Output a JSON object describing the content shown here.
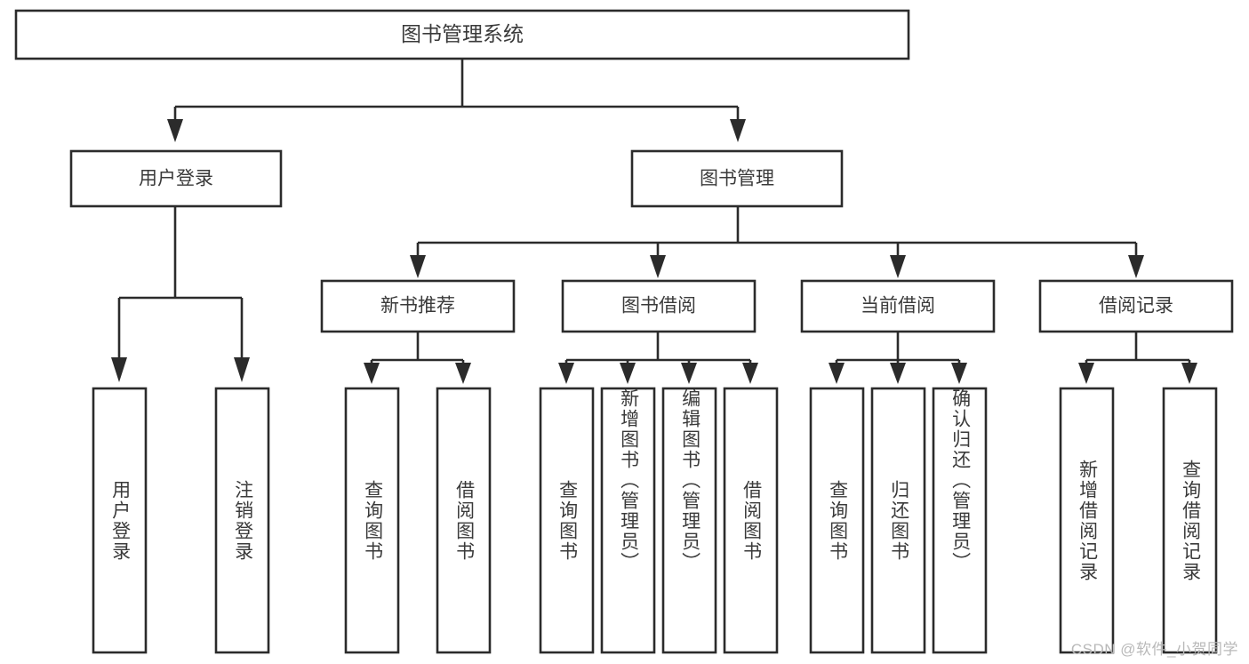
{
  "diagram": {
    "title": "图书管理系统",
    "watermark": "CSDN @软件_小贺同学",
    "root": {
      "label": "图书管理系统"
    },
    "level2": [
      {
        "label": "用户登录"
      },
      {
        "label": "图书管理"
      }
    ],
    "level3": [
      {
        "label": "新书推荐"
      },
      {
        "label": "图书借阅"
      },
      {
        "label": "当前借阅"
      },
      {
        "label": "借阅记录"
      }
    ],
    "leaves": {
      "user_login": [
        {
          "label": "用户登录"
        },
        {
          "label": "注销登录"
        }
      ],
      "new_book": [
        {
          "label": "查询图书"
        },
        {
          "label": "借阅图书"
        }
      ],
      "book_borrow": [
        {
          "label": "查询图书"
        },
        {
          "label": "新增图书（管理员）"
        },
        {
          "label": "编辑图书（管理员）"
        },
        {
          "label": "借阅图书"
        }
      ],
      "current_borrow": [
        {
          "label": "查询图书"
        },
        {
          "label": "归还图书"
        },
        {
          "label": "确认归还（管理员）"
        }
      ],
      "borrow_record": [
        {
          "label": "新增借阅记录"
        },
        {
          "label": "查询借阅记录"
        }
      ]
    },
    "colors": {
      "stroke": "#2b2b2b",
      "box_fill": "#ffffff",
      "text": "#3a3a3a",
      "watermark": "#b9b9b9",
      "background": "#ffffff"
    }
  }
}
